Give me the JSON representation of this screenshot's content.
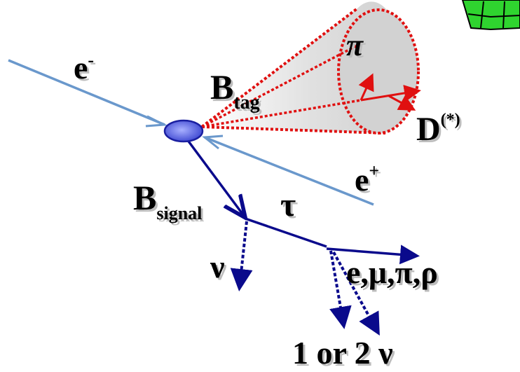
{
  "labels": {
    "e_minus": "e",
    "e_minus_sup": "-",
    "e_plus": "e",
    "e_plus_sup": "+",
    "b_tag": "B",
    "b_tag_sub": "tag",
    "b_signal": "B",
    "b_signal_sub": "signal",
    "pi": "π",
    "d_star": "D",
    "d_star_sup": "(*)",
    "tau": "τ",
    "nu": "ν",
    "tau_products": "e,μ,π,ρ",
    "neutrinos": "1 or 2 ν"
  },
  "colors": {
    "beam": "#6a98cc",
    "decay": "#0a0a8c",
    "cone_outline": "#e01010",
    "cone_fill": "#d6d6d6",
    "vertex": "#4a50d8",
    "logo_green": "#2fd42f"
  },
  "icons": {
    "corner_logo": "green-cartoon-logo-icon"
  }
}
